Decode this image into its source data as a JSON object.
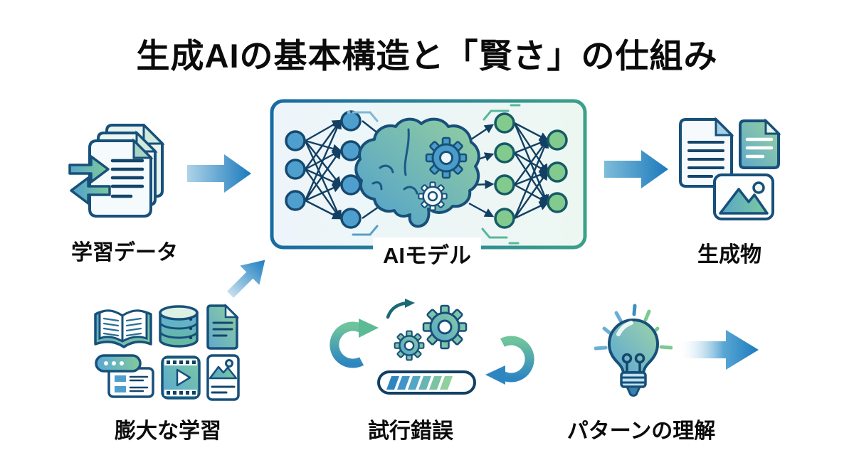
{
  "title": "生成AIの基本構造と「賢さ」の仕組み",
  "labels": {
    "training_data": "学習データ",
    "ai_model": "AIモデル",
    "output": "生成物",
    "massive_learning": "膨大な学習",
    "trial_and_error": "試行錯誤",
    "pattern_understanding": "パターンの理解"
  },
  "icons": {
    "training_data": "documents-exchange-icon",
    "ai_model": "neural-network-brain-gears-icon",
    "output": "generated-text-and-image-files-icon",
    "massive_learning": "book-database-document-web-video-image-icons",
    "trial_and_error": "cycle-arrows-gears-progress-bar-icon",
    "pattern_understanding": "lightbulb-idea-icon",
    "flow_arrows": "gradient-block-arrow"
  },
  "colors": {
    "background": "#ffffff",
    "text": "#0d0d0d",
    "outline_navy": "#17507a",
    "accent_blue": "#1b7abd",
    "accent_green": "#7cc99c",
    "accent_teal": "#3ba189",
    "model_box_fill": "#eef5f7",
    "node_blue": "#4f9fce",
    "node_green": "#82ca8e"
  }
}
